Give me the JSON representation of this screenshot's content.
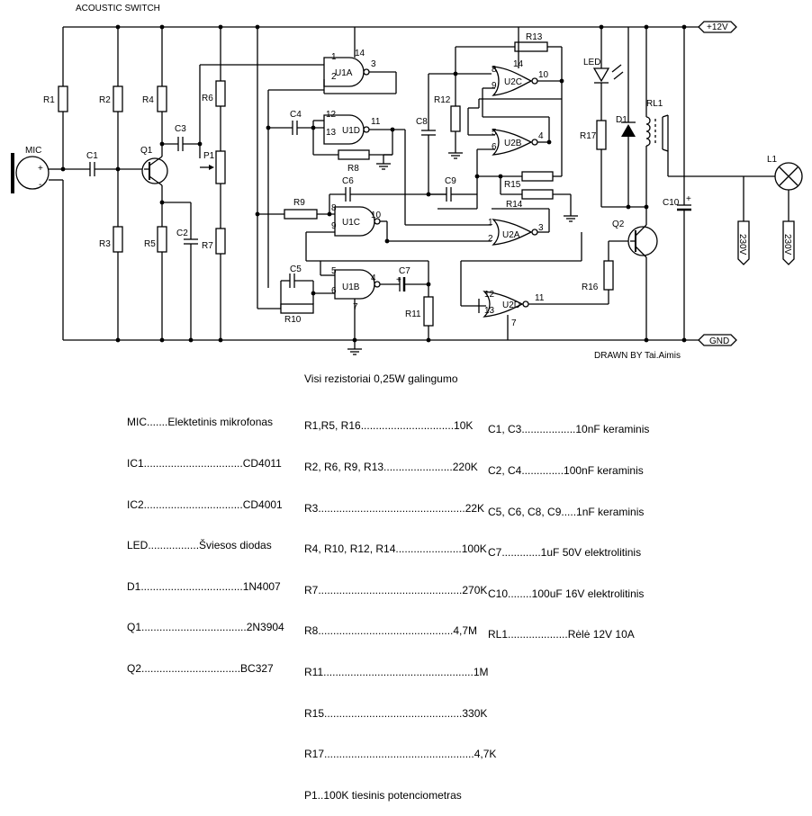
{
  "title": "ACOUSTIC SWITCH",
  "drawn_by": "DRAWN BY  Tai.Aimis",
  "rails": {
    "vcc": "+12V",
    "gnd": "GND"
  },
  "mains": [
    "230V",
    "230V"
  ],
  "labels": {
    "mic": "MIC",
    "mic_plus": "+",
    "mic_minus": "-",
    "R1": "R1",
    "R2": "R2",
    "R3": "R3",
    "R4": "R4",
    "R5": "R5",
    "R6": "R6",
    "R7": "R7",
    "R8": "R8",
    "R9": "R9",
    "R10": "R10",
    "R11": "R11",
    "R12": "R12",
    "R13": "R13",
    "R14": "R14",
    "R15": "R15",
    "R16": "R16",
    "R17": "R17",
    "C1": "C1",
    "C2": "C2",
    "C3": "C3",
    "C4": "C4",
    "C5": "C5",
    "C6": "C6",
    "C7": "C7",
    "C8": "C8",
    "C9": "C9",
    "C10": "C10",
    "Q1": "Q1",
    "Q2": "Q2",
    "P1": "P1",
    "LED": "LED",
    "D1": "D1",
    "RL1": "RL1",
    "L1": "L1",
    "U1A": "U1A",
    "U1B": "U1B",
    "U1C": "U1C",
    "U1D": "U1D",
    "U2A": "U2A",
    "U2B": "U2B",
    "U2C": "U2C",
    "U2D": "U2D",
    "plus": "+"
  },
  "pins": {
    "u1a_1": "1",
    "u1a_2": "2",
    "u1a_3": "3",
    "u1a_14": "14",
    "u1d_12": "12",
    "u1d_13": "13",
    "u1d_11": "11",
    "u1c_8": "8",
    "u1c_9": "9",
    "u1c_10": "10",
    "u1b_5": "5",
    "u1b_6": "6",
    "u1b_4": "4",
    "u1b_7": "7",
    "u2c_8": "8",
    "u2c_9": "9",
    "u2c_10": "10",
    "u2c_14": "14",
    "u2b_5": "5",
    "u2b_6": "6",
    "u2b_4": "4",
    "u2a_1": "1",
    "u2a_2": "2",
    "u2a_3": "3",
    "u2d_12": "12",
    "u2d_13": "13",
    "u2d_11": "11",
    "u2d_7": "7"
  },
  "parts_list": [
    "MIC.......Elektetinis mikrofonas",
    "IC1.................................CD4011",
    "IC2.................................CD4001",
    "LED.................Šviesos diodas",
    "D1..................................1N4007",
    "Q1...................................2N3904",
    "Q2.................................BC327"
  ],
  "resistor_note": "Visi rezistoriai 0,25W galingumo",
  "resistors_list": [
    "R1,R5, R16...............................10K",
    "R2, R6, R9, R13.......................220K",
    "R3.................................................22K",
    "R4, R10, R12, R14......................100K",
    "R7................................................270K",
    "R8.............................................4,7M",
    "R11..................................................1M",
    "R15..............................................330K",
    "R17..................................................4,7K",
    "P1..100K tiesinis potenciometras"
  ],
  "capacitors_list": [
    "C1, C3..................10nF keraminis",
    "C2, C4..............100nF keraminis",
    "C5, C6, C8, C9.....1nF keraminis",
    "C7.............1uF 50V elektrolitinis",
    "C10........100uF 16V elektrolitinis",
    "RL1....................Rėlė 12V 10A"
  ]
}
